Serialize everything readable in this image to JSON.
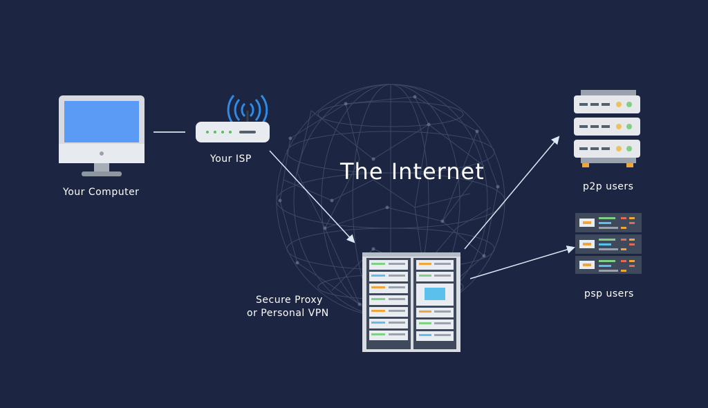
{
  "diagram": {
    "title": "The Internet",
    "nodes": {
      "computer": "Your Computer",
      "isp": "Your ISP",
      "proxy_line1": "Secure Proxy",
      "proxy_line2": "or Personal VPN",
      "p2p": "p2p users",
      "psp": "psp users"
    }
  },
  "colors": {
    "background": "#1c2541",
    "monitor_screen": "#5b9bf5",
    "wifi_signal": "#2f8be6",
    "arrows": "#dfe8f5",
    "server_body": "#e6e8ec",
    "server_accent_green": "#7fcf84",
    "server_accent_orange": "#f0a53a"
  }
}
